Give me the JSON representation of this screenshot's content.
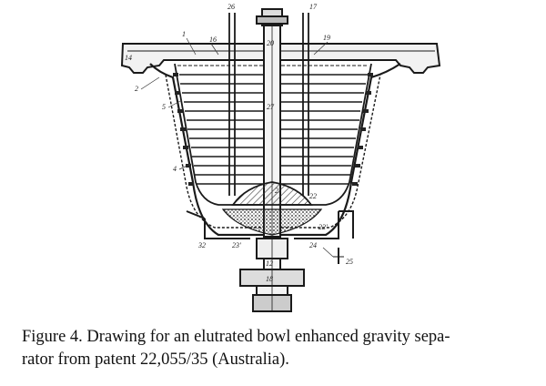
{
  "figure": {
    "labels": {
      "n26": "26",
      "n1": "1",
      "n16": "16",
      "n14": "14",
      "n19": "19",
      "n17": "17",
      "n20": "20",
      "n2": "2",
      "n5": "5",
      "n27": "27",
      "n4": "4",
      "n21": "21",
      "n22": "22",
      "n22b": "22'",
      "n23": "23'",
      "n24": "24",
      "n25": "25",
      "n32": "32",
      "n12": "12",
      "n18": "18"
    }
  },
  "caption": {
    "line1": "Figure 4.  Drawing for an elutrated bowl enhanced gravity sepa-",
    "line2": "rator from patent 22,055/35 (Australia)."
  }
}
